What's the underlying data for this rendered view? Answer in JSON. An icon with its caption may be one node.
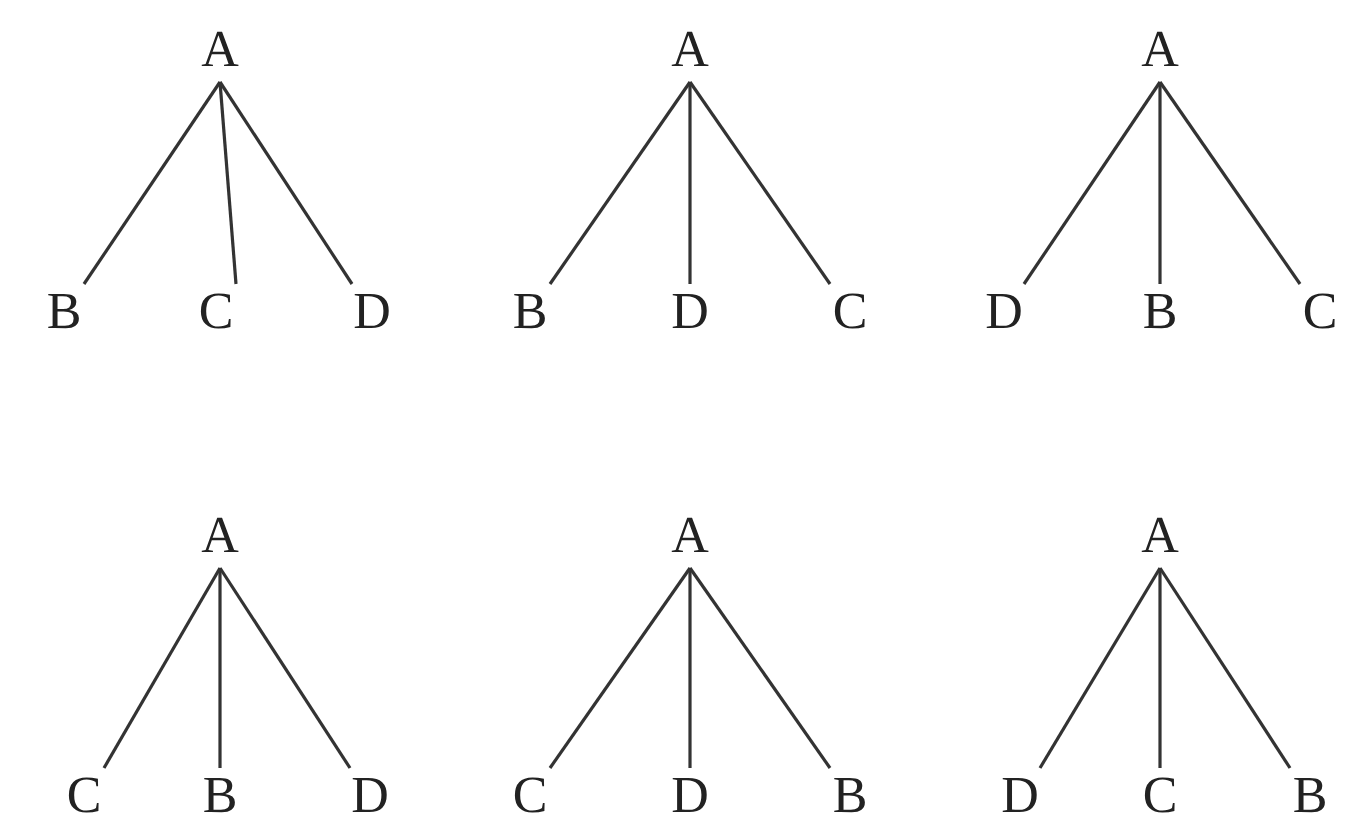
{
  "diagram": {
    "nodes": [
      {
        "text": [
          "A"
        ]
      },
      {
        "text": [
          "B"
        ]
      },
      {
        "text": [
          "C"
        ]
      },
      {
        "text": [
          "D"
        ]
      },
      {
        "text": [
          "A"
        ]
      },
      {
        "text": [
          "B"
        ]
      },
      {
        "text": [
          "D"
        ]
      },
      {
        "text": [
          "C"
        ]
      },
      {
        "text": [
          "A"
        ]
      },
      {
        "text": [
          "D"
        ]
      },
      {
        "text": [
          "B"
        ]
      },
      {
        "text": [
          "C"
        ]
      },
      {
        "text": [
          "A"
        ]
      },
      {
        "text": [
          "C"
        ]
      },
      {
        "text": [
          "B"
        ]
      },
      {
        "text": [
          "D"
        ]
      },
      {
        "text": [
          "A"
        ]
      },
      {
        "text": [
          "C"
        ]
      },
      {
        "text": [
          "D"
        ]
      },
      {
        "text": [
          "B"
        ]
      },
      {
        "text": [
          "A"
        ]
      },
      {
        "text": [
          "D"
        ]
      },
      {
        "text": [
          "C"
        ]
      },
      {
        "text": [
          "B"
        ]
      }
    ],
    "edges": [
      {
        "from": 0,
        "to": 1,
        "arrow": "none"
      },
      {
        "from": 0,
        "to": 2,
        "arrow": "none"
      },
      {
        "from": 0,
        "to": 3,
        "arrow": "none"
      },
      {
        "from": 4,
        "to": 5,
        "arrow": "none"
      },
      {
        "from": 4,
        "to": 6,
        "arrow": "none"
      },
      {
        "from": 4,
        "to": 7,
        "arrow": "none"
      },
      {
        "from": 8,
        "to": 9,
        "arrow": "none"
      },
      {
        "from": 8,
        "to": 10,
        "arrow": "none"
      },
      {
        "from": 8,
        "to": 11,
        "arrow": "none"
      },
      {
        "from": 12,
        "to": 13,
        "arrow": "none"
      },
      {
        "from": 12,
        "to": 14,
        "arrow": "none"
      },
      {
        "from": 12,
        "to": 15,
        "arrow": "none"
      },
      {
        "from": 16,
        "to": 17,
        "arrow": "none"
      },
      {
        "from": 16,
        "to": 18,
        "arrow": "none"
      },
      {
        "from": 16,
        "to": 19,
        "arrow": "none"
      },
      {
        "from": 20,
        "to": 21,
        "arrow": "none"
      },
      {
        "from": 20,
        "to": 22,
        "arrow": "none"
      },
      {
        "from": 20,
        "to": 23,
        "arrow": "none"
      }
    ]
  }
}
